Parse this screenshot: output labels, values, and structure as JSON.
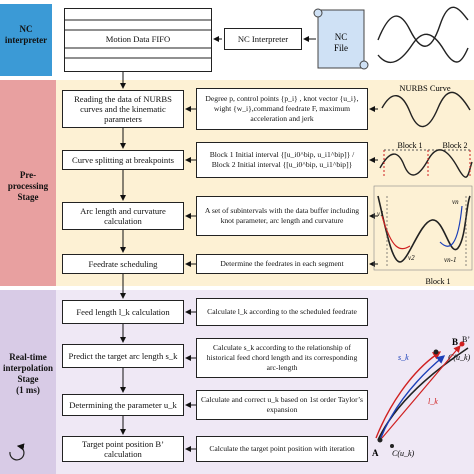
{
  "stages": {
    "nc_interpreter": "NC\ninterpreter",
    "pre_processing": "Pre-processing\nStage",
    "realtime": "Real-time\ninterpolation\nStage\n(1 ms)"
  },
  "nc_section": {
    "fifo": "Motion Data FIFO",
    "interpreter": "NC Interpreter",
    "file": "NC\nFile"
  },
  "pre_rows": [
    {
      "left": "Reading the data of NURBS curves and the kinematic parameters",
      "right": "Degree p, control points {p_i} , knot vector {u_i}, wight {w_i},command feedrate F, maximum acceleration and jerk"
    },
    {
      "left": "Curve splitting at breakpoints",
      "right": "Block 1 Initial interval {[u_i0^bip, u_i1^bip]} / Block 2 Initial interval {[u_i0^bip, u_i1^bip]}"
    },
    {
      "left": "Arc length and curvature calculation",
      "right": "A set of subintervals with the data buffer including knot parameter, arc length and curvature"
    },
    {
      "left": "Feedrate scheduling",
      "right": "Determine the feedrates in each segment"
    }
  ],
  "rt_rows": [
    {
      "left": "Feed length  l_k calculation",
      "right": "Calculate l_k  according to the scheduled feedrate"
    },
    {
      "left": "Predict the target arc length s_k",
      "right": "Calculate s_k according to the relationship of historical feed chord length and its corresponding arc-length"
    },
    {
      "left": "Determining the parameter u_k",
      "right": "Calculate and correct u_k based on 1st order Taylor’s expansion"
    },
    {
      "left": "Target point position B’ calculation",
      "right": "Calculate the target point position with iteration"
    }
  ],
  "graphs": {
    "nurbs_title": "NURBS Curve",
    "block1": "Block  1",
    "block2": "Block  2",
    "block1_bottom": "Block 1",
    "v1": "v1",
    "v2": "v2",
    "vn": "vn",
    "vn1": "vn-1"
  },
  "rt_graph": {
    "B_label": "B",
    "B_prime": "B’",
    "C_uk": "C(u_k)",
    "C_uk1": "C(u_k)",
    "A_label": "A",
    "s_k": "s_k",
    "l_k": "l_k"
  },
  "colors": {
    "nc_band": "#3b9ad6",
    "nc_band_light": "#bfe0f5",
    "pre_band": "#e8a0a0",
    "pre_band_right": "#fdf1d4",
    "rt_band": "#d8cbe6",
    "rt_band_right": "#efe8f5",
    "red": "#d02020",
    "blue": "#1a3fb8"
  }
}
